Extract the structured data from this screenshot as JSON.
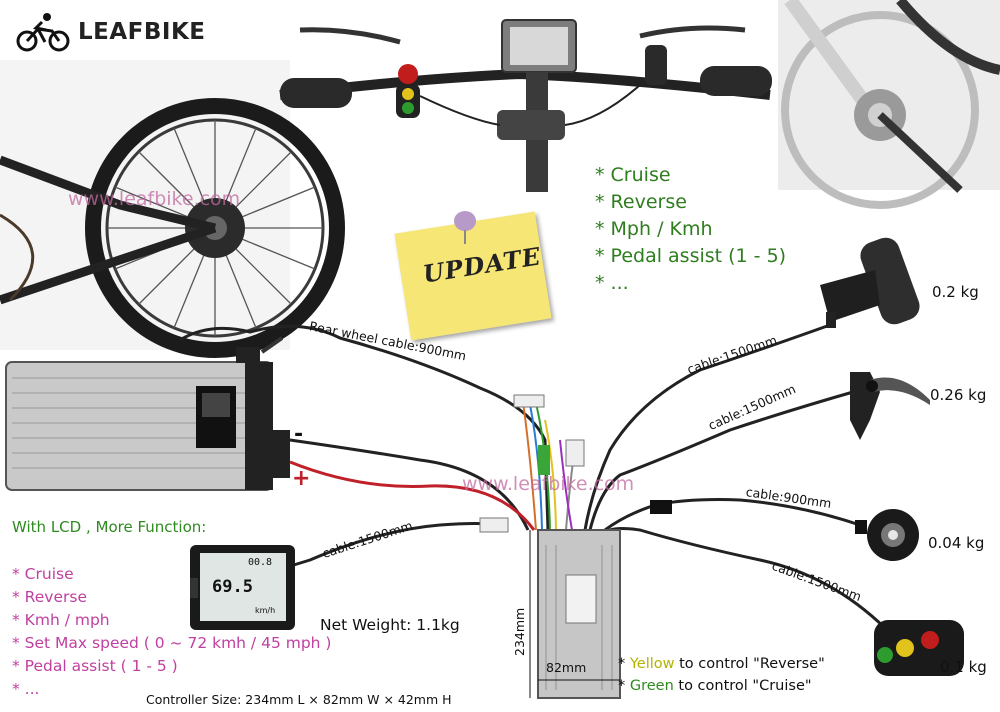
{
  "brand": {
    "name": "LEAFBIKE",
    "accent": "#6ab023"
  },
  "watermark": "www.leafbike.com",
  "update_note": "UPDATE",
  "top_features": [
    "* Cruise",
    "* Reverse",
    "* Mph / Kmh",
    "* Pedal assist (1 - 5)",
    "* ..."
  ],
  "lcd_section": {
    "title": "With LCD , More Function:",
    "items": [
      "* Cruise",
      "* Reverse",
      "* Kmh / mph",
      "* Set Max speed ( 0 ~ 72 kmh / 45 mph )",
      "* Pedal assist ( 1 - 5 )",
      "* ..."
    ],
    "screen": {
      "speed": "69.5",
      "odo": "00.8",
      "unit": "km/h"
    }
  },
  "cables": {
    "rear_wheel": "Rear wheel cable:900mm",
    "lcd": "cable:1500mm",
    "throttle": "cable:1500mm",
    "brake": "cable:1500mm",
    "pas": "cable:900mm",
    "switch": "cable:1500mm"
  },
  "weights": {
    "throttle": "0.2 kg",
    "brake": "0.26 kg",
    "pas": "0.04 kg",
    "switch": "0.1 kg",
    "net": "Net Weight: 1.1kg"
  },
  "battery": {
    "minus": "-",
    "plus": "+"
  },
  "controller": {
    "length_label": "234mm",
    "width_label": "82mm",
    "size": "Controller Size: 234mm L × 82mm W × 42mm H"
  },
  "switch_notes": [
    {
      "bullet": "* ",
      "color_word": "Yellow",
      "rest": " to control \"Reverse\"",
      "color": "#b3b300"
    },
    {
      "bullet": "* ",
      "color_word": "Green",
      "rest": " to control \"Cruise\"",
      "color": "#2e8b1f"
    }
  ],
  "colors": {
    "wire": "#1a1a1a",
    "battery_plus_wire": "#c0202a",
    "feature_green": "#2e7d1f",
    "feature_pink": "#c040a0"
  }
}
